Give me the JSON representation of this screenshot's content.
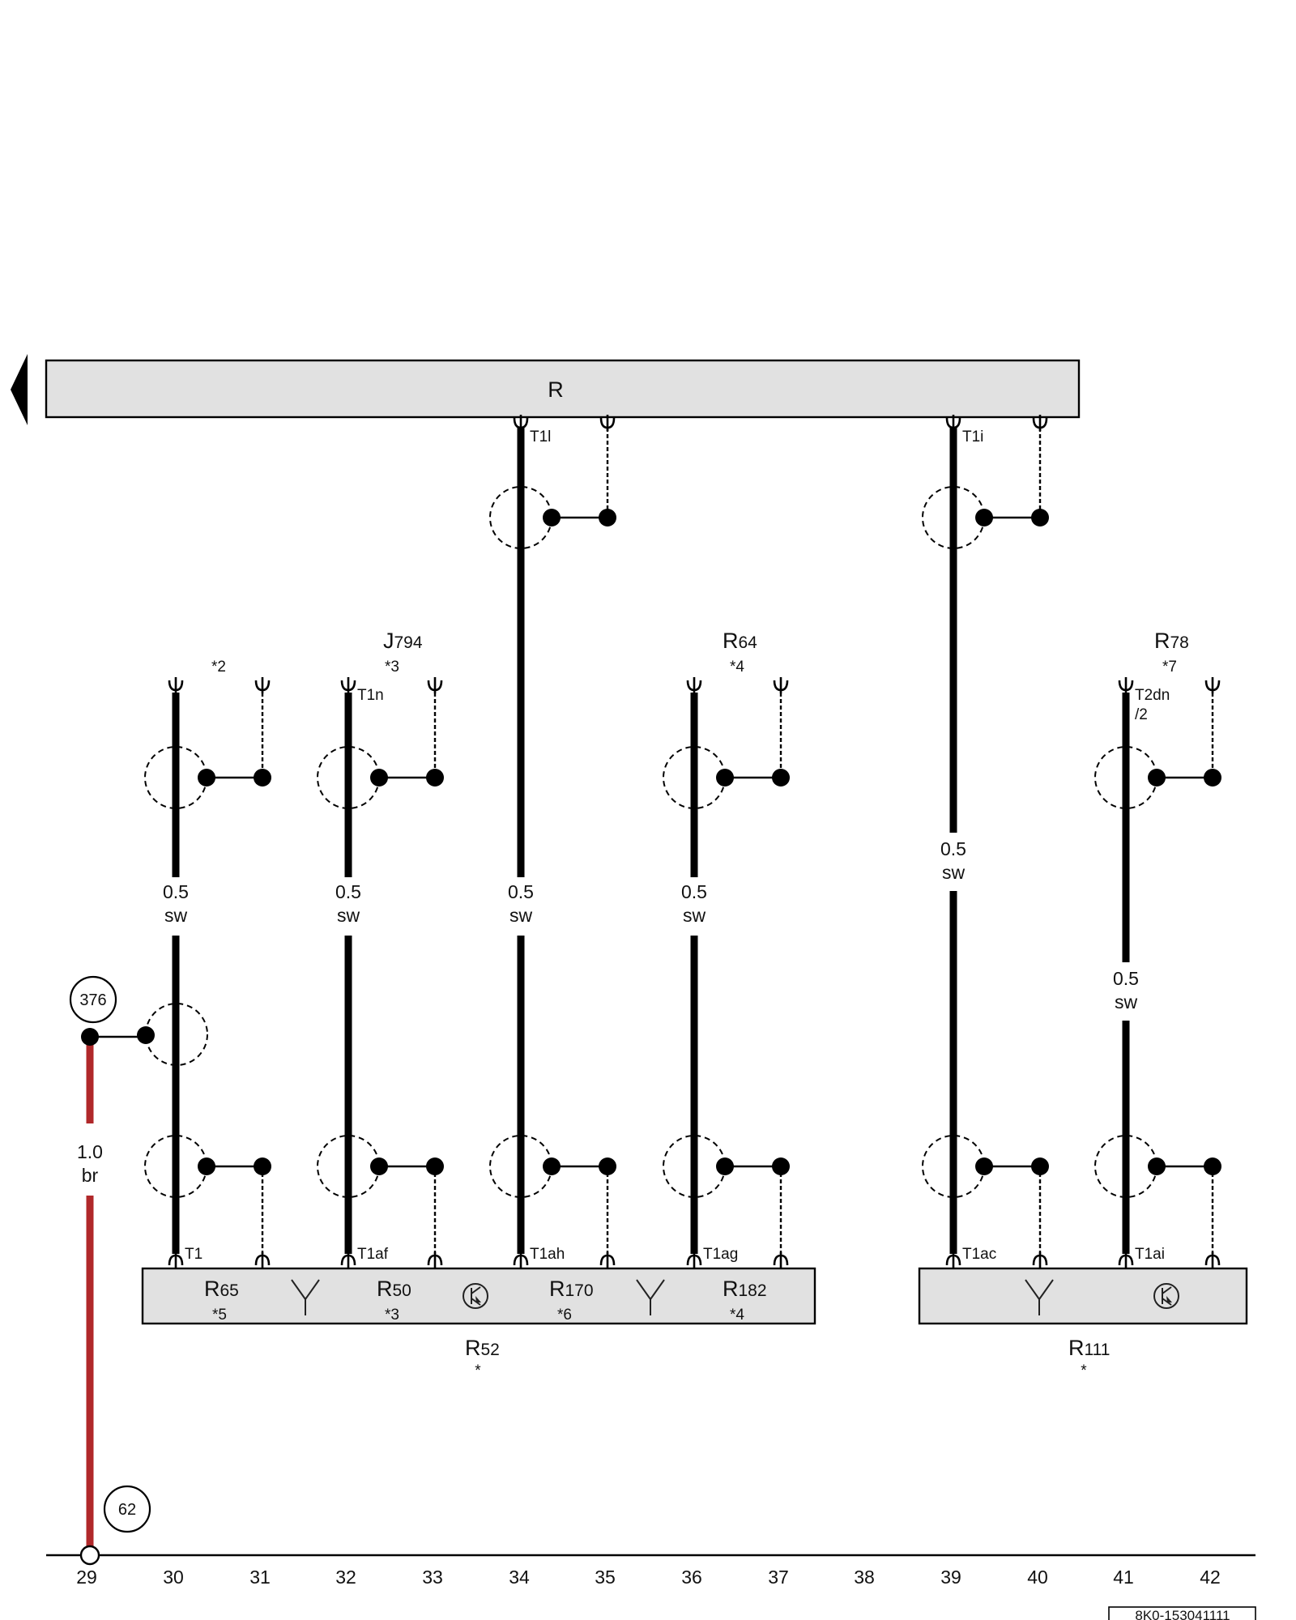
{
  "module_label": "R",
  "doc_number": "8K0-153041111",
  "column_numbers": [
    "29",
    "30",
    "31",
    "32",
    "33",
    "34",
    "35",
    "36",
    "37",
    "38",
    "39",
    "40",
    "41",
    "42"
  ],
  "ref_circles": {
    "top": "376",
    "bottom": "62"
  },
  "ground_wire": {
    "gauge": "1.0",
    "color": "br"
  },
  "pins": {
    "t1l": "T1l",
    "t1i": "T1i",
    "t1n": "T1n",
    "t2dn": "T2dn",
    "t2dn_sub": "/2",
    "t1": "T1",
    "t1af": "T1af",
    "t1ah": "T1ah",
    "t1ag": "T1ag",
    "t1ac": "T1ac",
    "t1ai": "T1ai"
  },
  "wires": {
    "gauge": "0.5",
    "color": "sw"
  },
  "component_labels": {
    "c1_note": "*2",
    "j794": {
      "letter": "J",
      "num": "794",
      "note": "*3"
    },
    "r64": {
      "letter": "R",
      "num": "64",
      "note": "*4"
    },
    "r78": {
      "letter": "R",
      "num": "78",
      "note": "*7"
    }
  },
  "lower_box_1": {
    "items": [
      {
        "letter": "R",
        "num": "65",
        "note": "*5"
      },
      {
        "letter": "R",
        "num": "50",
        "note": "*3"
      },
      {
        "letter": "R",
        "num": "170",
        "note": "*6"
      },
      {
        "letter": "R",
        "num": "182",
        "note": "*4"
      }
    ],
    "label": {
      "letter": "R",
      "num": "52",
      "note": "*"
    }
  },
  "lower_box_2": {
    "label": {
      "letter": "R",
      "num": "111",
      "note": "*"
    }
  },
  "icons": [
    "antenna-icon",
    "amplifier-icon",
    "antenna-icon",
    "antenna-icon",
    "amplifier-icon"
  ],
  "colors": {
    "ground_wire": "#b0282a",
    "box_fill": "#e1e1e1",
    "wire": "#000000"
  }
}
